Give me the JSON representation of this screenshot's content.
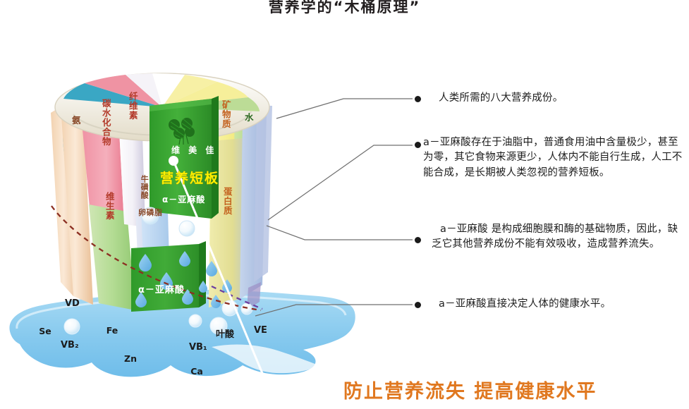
{
  "title": "营养学的“木桶原理”",
  "barrel": {
    "staves": [
      {
        "id": "tan",
        "label": "氨",
        "color": "#3aa7c4"
      },
      {
        "id": "carb",
        "label": "碳水化合物",
        "color": "#ef93a3"
      },
      {
        "id": "fiber",
        "label": "纤维素",
        "color": "#e7e3ef"
      },
      {
        "id": "vitamin",
        "label": "维生素",
        "color": "#a8d487"
      },
      {
        "id": "taurine",
        "label": "牛磺酸",
        "color": "#cfd7ec"
      },
      {
        "id": "lecithin",
        "label": "卵磷脂",
        "color": "#b9d2ee"
      },
      {
        "id": "mineral",
        "label": "矿物质",
        "color": "#f6ef9a"
      },
      {
        "id": "water",
        "label": "水",
        "color": "#b9d98f"
      },
      {
        "id": "protein",
        "label": "蛋白质",
        "color": "#e4e4a6"
      }
    ],
    "panel": {
      "brand": "维 美 佳",
      "headline": "营养短板",
      "acid_top": "α－亚麻酸",
      "acid_bottom": "α－亚麻酸",
      "logo": "clover-leaf-icon",
      "bg_color": "#3aa033",
      "headline_color": "#fff000"
    }
  },
  "pool": {
    "color": "#8ecdf0",
    "nutrients": [
      {
        "label": "VD",
        "style": "plain"
      },
      {
        "label": "Se",
        "style": "bubble"
      },
      {
        "label": "VB₂",
        "style": "plain"
      },
      {
        "label": "Fe",
        "style": "bubble"
      },
      {
        "label": "Zn",
        "style": "bubble"
      },
      {
        "label": "VB₁",
        "style": "plain"
      },
      {
        "label": "Ca",
        "style": "bubble"
      },
      {
        "label": "叶酸",
        "style": "plain"
      },
      {
        "label": "VE",
        "style": "plain"
      }
    ]
  },
  "callouts": [
    {
      "id": "c1",
      "text": "人类所需的八大营养成份。"
    },
    {
      "id": "c2",
      "text": "a－亚麻酸存在于油脂中，普通食用油中含量极少，甚至为零，其它食物来源更少，人体内不能自行生成，人工不能合成，是长期被人类忽视的营养短板。"
    },
    {
      "id": "c3",
      "text": "a－亚麻酸 是构成细胞膜和酶的基础物质，因此，缺乏它其他营养成份不能有效吸收，造成营养流失。"
    },
    {
      "id": "c4",
      "text": "a－亚麻酸直接决定人体的健康水平。"
    }
  ],
  "slogan": "防止营养流失    提高健康水平",
  "colors": {
    "slogan": "#e07820",
    "title": "#231f20",
    "water_line": "#8c2f22"
  }
}
